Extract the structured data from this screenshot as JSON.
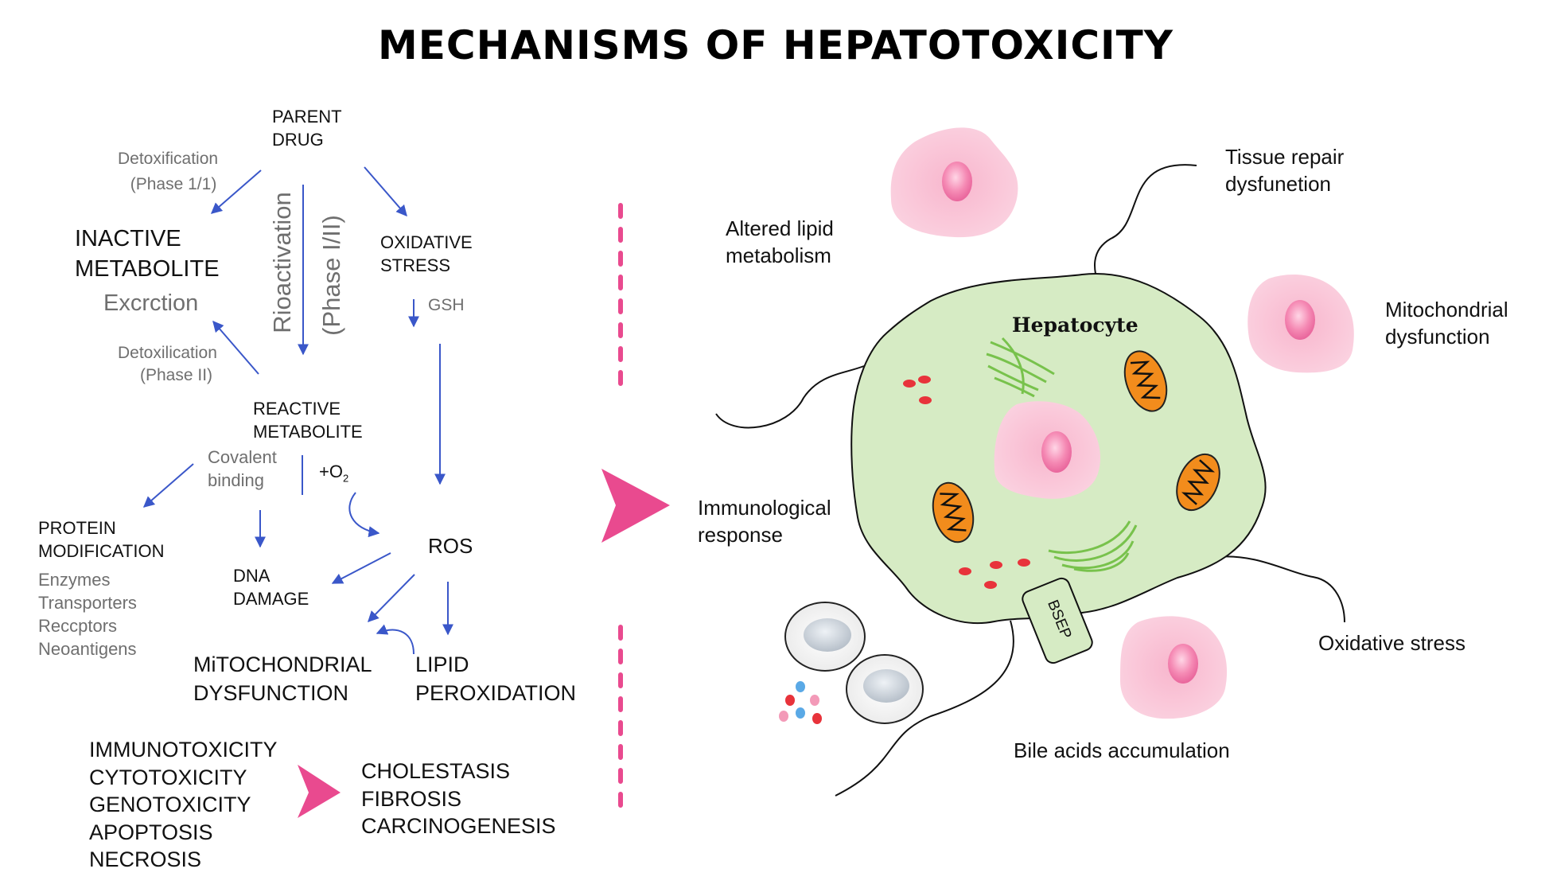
{
  "title": "MECHANISMS OF HEPATOTOXICITY",
  "colors": {
    "arrow_blue": "#3a57c9",
    "accent_pink": "#e94a8f",
    "cell_green": "#d6ebc4",
    "cell_pink": "#f7bfd2",
    "mito_orange": "#f28c1c",
    "er_green": "#78c24c"
  },
  "left": {
    "parent_drug": [
      "PARENT",
      "DRUG"
    ],
    "detox_phase1": [
      "Detoxification",
      "(Phase 1/1)"
    ],
    "inactive_metabolite": [
      "INACTIVE",
      "METABOLITE"
    ],
    "excretion": "Excrction",
    "bioactivation": "Rioactivation",
    "bioactivation_phase": "(Phase I/II)",
    "oxidative_stress": [
      "OXIDATIVE",
      "STRESS"
    ],
    "gsh": "GSH",
    "detox_phase2": [
      "Detoxilication",
      "(Phase II)"
    ],
    "reactive_metabolite": [
      "REACTIVE",
      "METABOLITE"
    ],
    "covalent_binding": [
      "Covalent",
      "binding"
    ],
    "o2": "+O",
    "o2_sub": "2",
    "ros": "ROS",
    "protein_modification": [
      "PROTEIN",
      "MODIFICATION"
    ],
    "protein_targets": [
      "Enzymes",
      "Transporters",
      "Reccptors",
      "Neoantigens"
    ],
    "dna_damage": [
      "DNA",
      "DAMAGE"
    ],
    "mito_dysfunction": [
      "MiTOCHONDRIAL",
      "DYSFUNCTION"
    ],
    "lipid_peroxidation": [
      "LIPID",
      "PEROXIDATION"
    ],
    "toxicities": [
      "IMMUNOTOXICITY",
      "CYTOTOXICITY",
      "GENOTOXICITY",
      "APOPTOSIS",
      "NECROSIS"
    ],
    "outcomes": [
      "CHOLESTASIS",
      "FIBROSIS",
      "CARCINOGENESIS"
    ]
  },
  "right": {
    "hepatocyte": "Hepatocyte",
    "bsep": "BSEP",
    "tissue_repair": [
      "Tissue repair",
      "dysfunetion"
    ],
    "altered_lipid": [
      "Altered lipid",
      "metabolism"
    ],
    "mito_dysfunction": [
      "Mitochondrial",
      "dysfunction"
    ],
    "immunological": [
      "Immunological",
      "response"
    ],
    "oxidative_stress": "Oxidative stress",
    "bile_acids": "Bile acids accumulation"
  }
}
